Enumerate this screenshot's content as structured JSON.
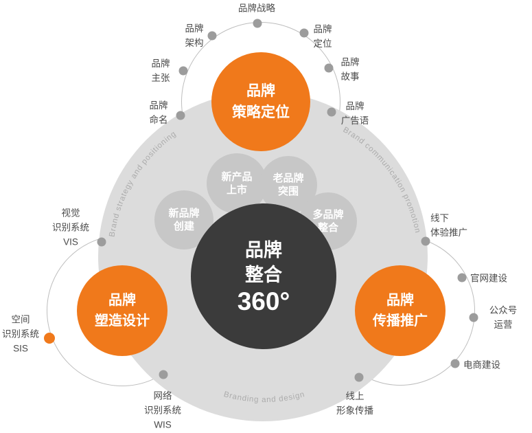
{
  "colors": {
    "orange": "#F0791B",
    "big_circle_gray": "#DCDCDC",
    "satellite_gray": "#C7C7C7",
    "center_dark": "#3B3B3B",
    "ring_stroke": "#BDBDBD",
    "dot_gray": "#9C9C9C",
    "label_text": "#4A4A4A",
    "curved_text": "#ACACAC"
  },
  "center": {
    "title": "品牌\n整合",
    "degree": "360°"
  },
  "hubs": {
    "top": "品牌\n策略定位",
    "left": "品牌\n塑造设计",
    "right": "品牌\n传播推广"
  },
  "satellites": {
    "new_product": "新产品\n上市",
    "old_brand": "老品牌\n突围",
    "new_brand": "新品牌\n创建",
    "multi_brand": "多品牌\n整合"
  },
  "top_labels": {
    "strategy": "品牌战略",
    "architecture": "品牌\n架构",
    "positioning": "品牌\n定位",
    "proposition": "品牌\n主张",
    "story": "品牌\n故事",
    "naming": "品牌\n命名",
    "slogan": "品牌\n广告语"
  },
  "left_labels": {
    "vis": "视觉\n识别系统\nVIS",
    "sis": "空间\n识别系统\nSIS",
    "wis": "网络\n识别系统\nWIS"
  },
  "right_labels": {
    "offline": "线下\n体验推广",
    "website": "官网建设",
    "wechat": "公众号运营",
    "ecommerce": "电商建设",
    "online": "线上\n形象传播"
  },
  "curved": {
    "left": "Brand strategy and positioning",
    "right": "Brand communication promotion",
    "bottom": "Branding and design"
  }
}
